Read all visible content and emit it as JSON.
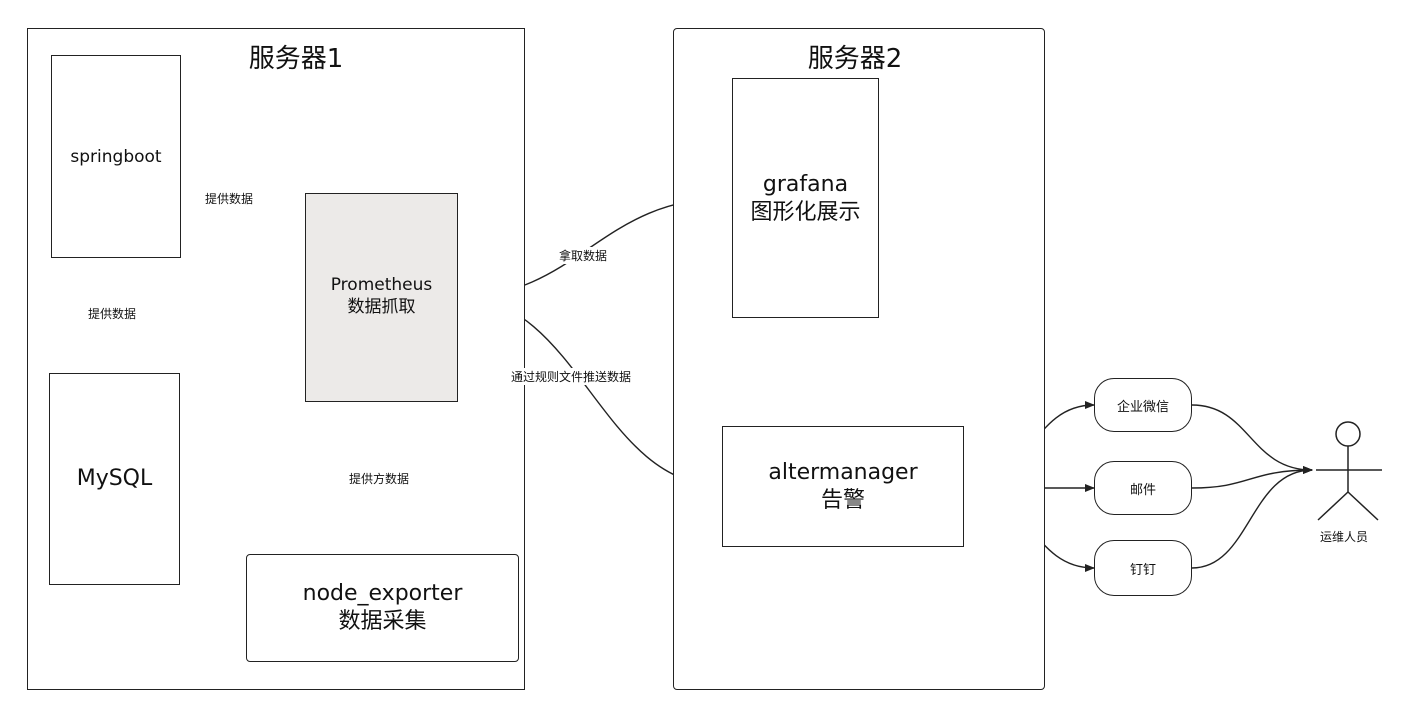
{
  "servers": {
    "server1": "服务器1",
    "server2": "服务器2"
  },
  "nodes": {
    "springboot": "springboot",
    "mysql": "MySQL",
    "prometheus_line1": "Prometheus",
    "prometheus_line2": "数据抓取",
    "node_exporter_line1": "node_exporter",
    "node_exporter_line2": "数据采集",
    "grafana_line1": "grafana",
    "grafana_line2": "图形化展示",
    "alertmanager_line1": "altermanager",
    "alertmanager_line2": "告警",
    "wechat": "企业微信",
    "email": "邮件",
    "dingtalk": "钉钉",
    "ops": "运维人员"
  },
  "edges": {
    "springboot_to_prometheus": "提供数据",
    "mysql_to_springboot": "提供数据",
    "node_exporter_to_prometheus": "提供方数据",
    "grafana_pull": "拿取数据",
    "prometheus_to_alertmanager": "通过规则文件推送数据"
  },
  "colors": {
    "prometheus_fill": "#ECEAE8",
    "stroke": "#222222"
  }
}
